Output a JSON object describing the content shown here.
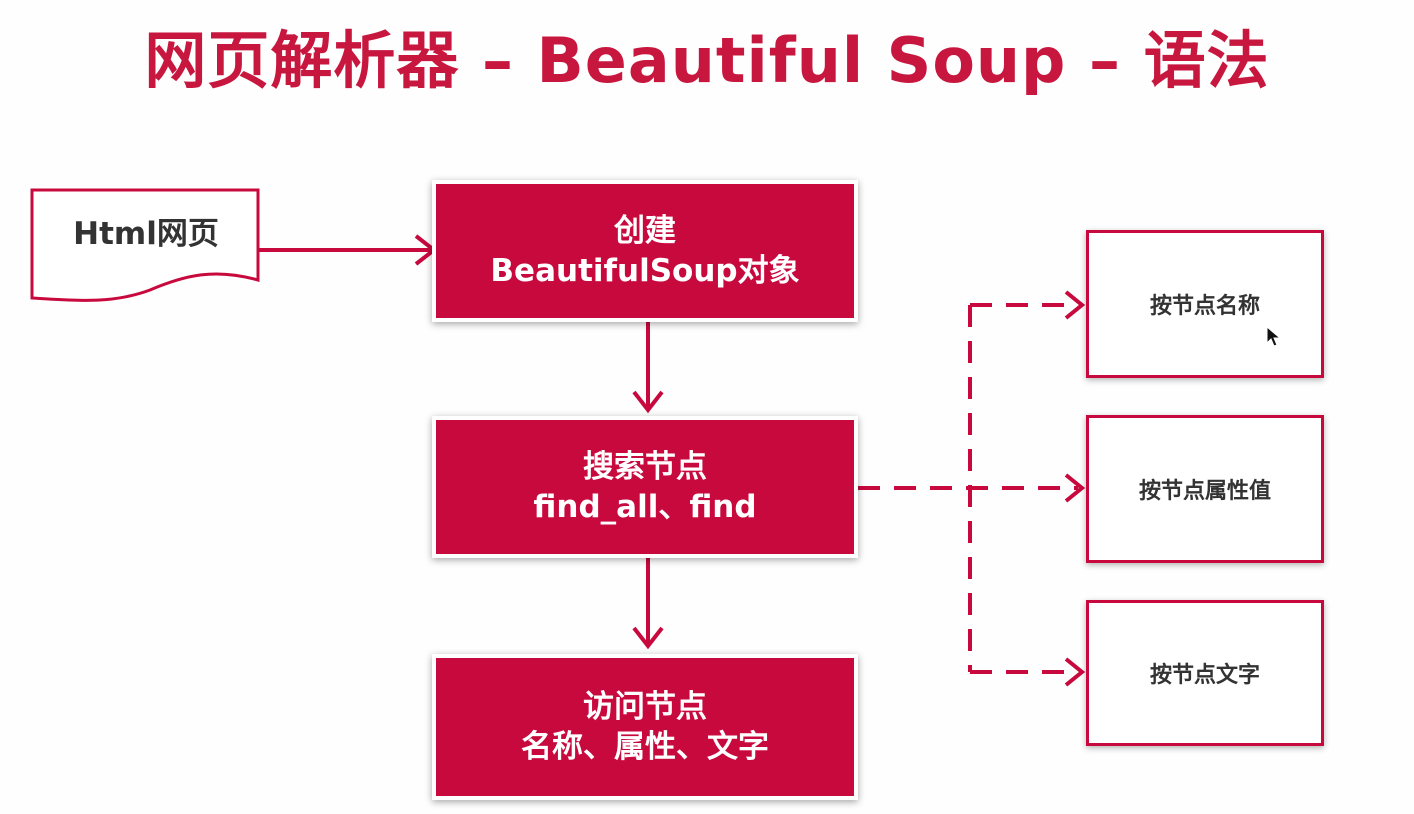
{
  "title": "网页解析器 – Beautiful Soup – 语法",
  "input_doc": {
    "label": "Html网页"
  },
  "steps": [
    {
      "line1": "创建",
      "line2": "BeautifulSoup对象"
    },
    {
      "line1": "搜索节点",
      "line2": "find_all、find"
    },
    {
      "line1": "访问节点",
      "line2": "名称、属性、文字"
    }
  ],
  "search_options": [
    {
      "label": "按节点名称"
    },
    {
      "label": "按节点属性值"
    },
    {
      "label": "按节点文字"
    }
  ],
  "colors": {
    "accent": "#c8093e",
    "title": "#c8173f",
    "text_dark": "#333333"
  },
  "icons": {
    "cursor": "mouse-pointer-icon"
  }
}
